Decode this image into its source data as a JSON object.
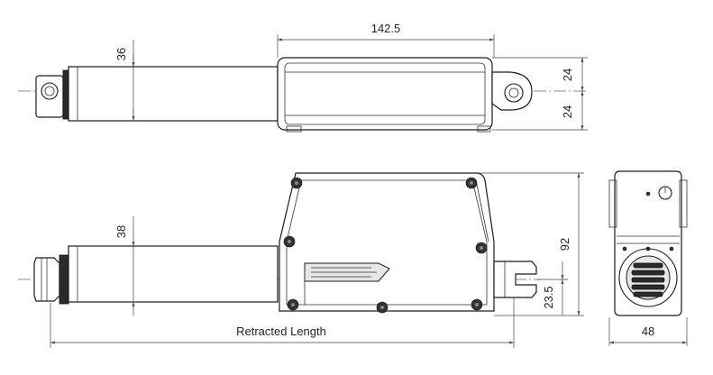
{
  "dimensions": {
    "body_length": "142.5",
    "rod_diameter_top": "36",
    "half_width_upper": "24",
    "half_width_lower": "24",
    "rod_diameter_side": "38",
    "height": "92",
    "clevis_offset": "23.5",
    "retracted_length": "Retracted Length",
    "end_width": "48"
  }
}
